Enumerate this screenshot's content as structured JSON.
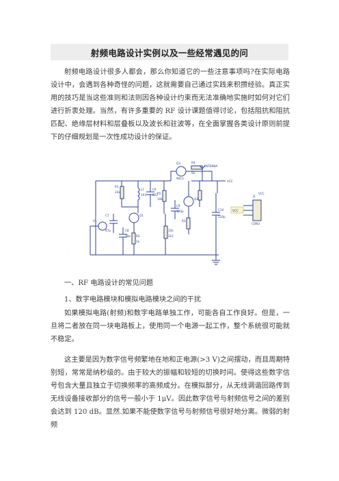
{
  "doc": {
    "title": "射频电路设计实例以及一些经常遇见的问",
    "intro": "射频电路设计很多人都会，那么你知道它的一些注意事项吗?在实际电路设计中，会遇到各种奇怪的问题，这就需要自己通过实践来积攒经验。真正实用的技巧是当这些准则和法则因各种设计约束而无法准确地实施时如何对它们进行折衷处理。当然，有许多重要的 RF 设计课题值得讨论，包括阻抗和阻抗匹配、绝缘层材料和层叠板以及波长和驻波等，在全面掌握各类设计原则前提下的仔细规划是一次性成功设计的保证。",
    "section_heading": "一、RF 电路设计的常见问题",
    "sub_heading": "1、数字电路模块和模拟电路模块之间的干扰",
    "para1": "如果模拟电路(射频)和数字电路单独工作，可能各自工作良好。但是，一旦将二者放在同一块电路板上，使用同一个电源一起工作，整个系统很可能就不稳定。",
    "para2": "这主要是因为数字信号频繁地在地和正电源(>3 V)之间摆动，而且周期特别短，常常是纳秒级的。由于较大的振幅和较短的切换时间。使得这些数字信号包含大量且独立于切换频率的高频成分。在模拟部分，从无线调谐回路传到无线设备接收部分的信号一般小于 1μV。因此数字信号与射频信号之间的差别会达到 120 dB。显然.如果不能使数字信号与射频信号很好地分离。微弱的射频"
  },
  "schematic": {
    "labels": [
      "R4",
      "5k",
      "Q3",
      "9013",
      "L1",
      "C6",
      "C7",
      "C8",
      "C9",
      "C10",
      "R1",
      "R2",
      "R3",
      "R5",
      "Q1",
      "Q2",
      "V1",
      "VCC",
      "VCC",
      "J1",
      "CON3",
      "ANTENNA",
      "120p",
      "47p",
      "10k",
      "15k",
      "2k2",
      "1k",
      "222",
      "100p",
      "30p",
      "VCC",
      "22k",
      "103"
    ]
  }
}
